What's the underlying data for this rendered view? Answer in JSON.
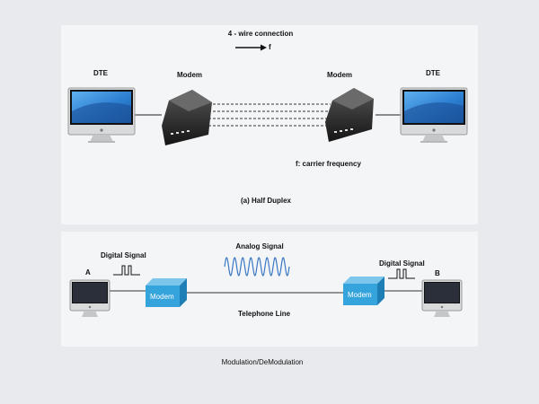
{
  "top": {
    "connection_label": "4 - wire connection",
    "freq_symbol": "f",
    "dte_left": "DTE",
    "dte_right": "DTE",
    "modem_left": "Modem",
    "modem_right": "Modem",
    "carrier_note": "f: carrier frequency",
    "caption": "(a) Half Duplex"
  },
  "bottom": {
    "analog_signal": "Analog Signal",
    "digital_left": "Digital Signal",
    "digital_right": "Digital Signal",
    "node_a": "A",
    "node_b": "B",
    "modem_left": "Modem",
    "modem_right": "Modem",
    "telephone_line": "Telephone Line",
    "caption": "Modulation/DeModulation"
  },
  "colors": {
    "modem_box": "#35a3dc",
    "screen": "#2c7fd1",
    "wave": "#3b78c4"
  }
}
